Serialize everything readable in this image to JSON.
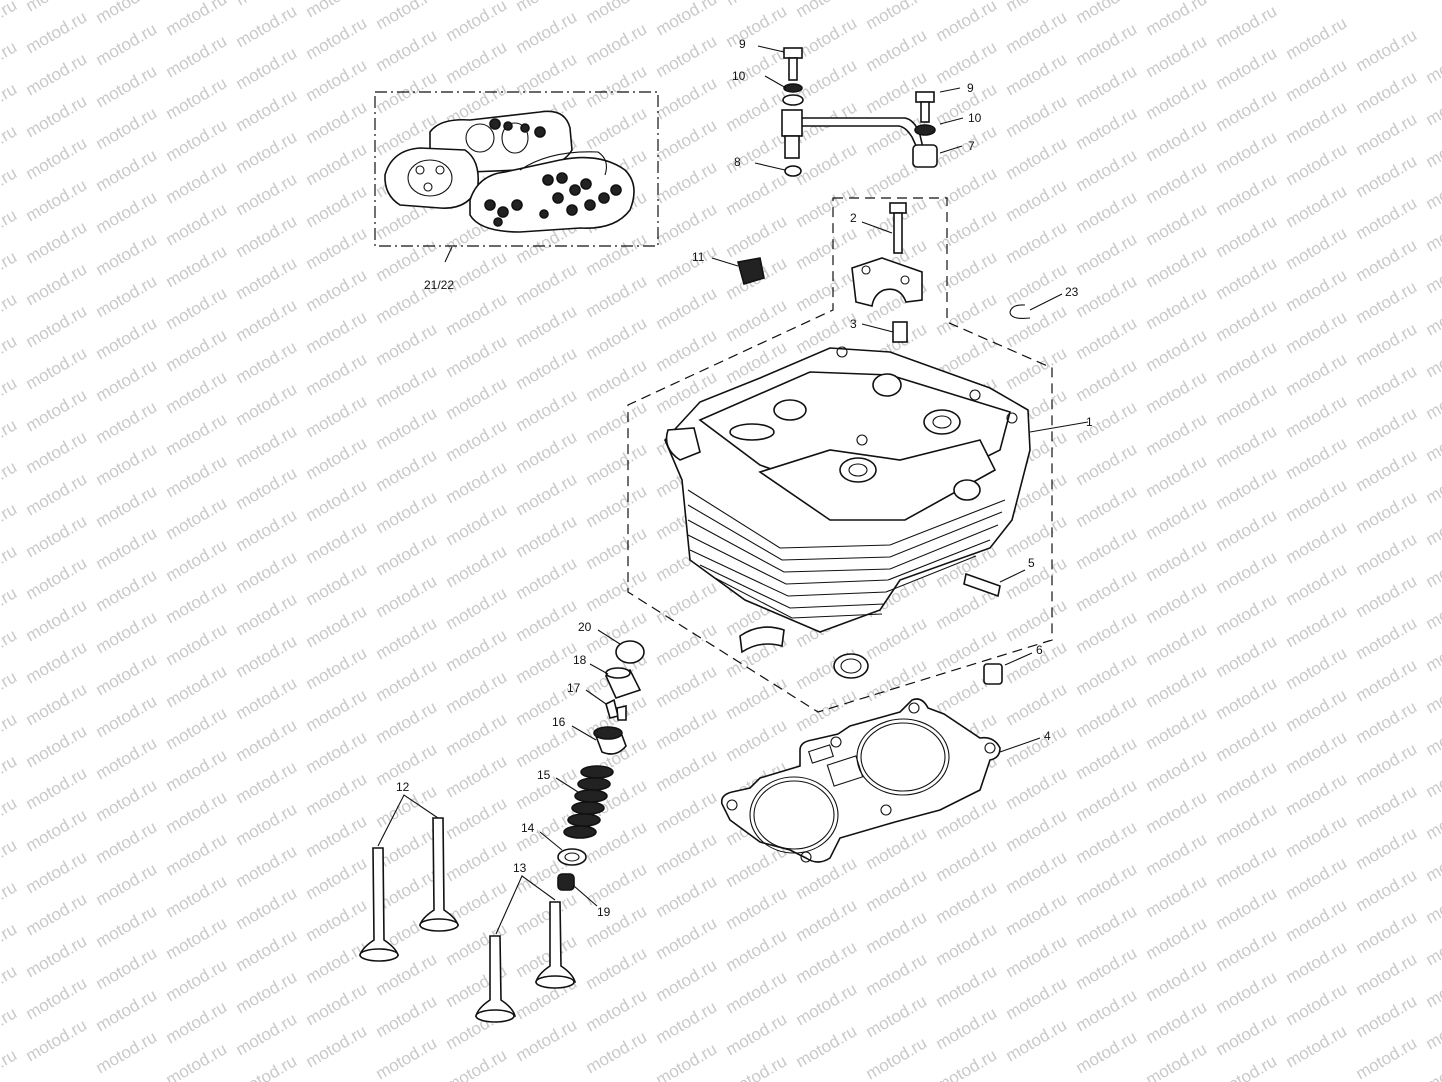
{
  "watermark": "motod.ru",
  "labels": {
    "p1": "1",
    "p2": "2",
    "p3": "3",
    "p4": "4",
    "p5": "5",
    "p6": "6",
    "p7": "7",
    "p8": "8",
    "p9a": "9",
    "p9b": "9",
    "p10a": "10",
    "p10b": "10",
    "p11": "11",
    "p12": "12",
    "p13": "13",
    "p14": "14",
    "p15": "15",
    "p16": "16",
    "p17": "17",
    "p18": "18",
    "p19": "19",
    "p20": "20",
    "p2122": "21/22",
    "p23": "23"
  }
}
